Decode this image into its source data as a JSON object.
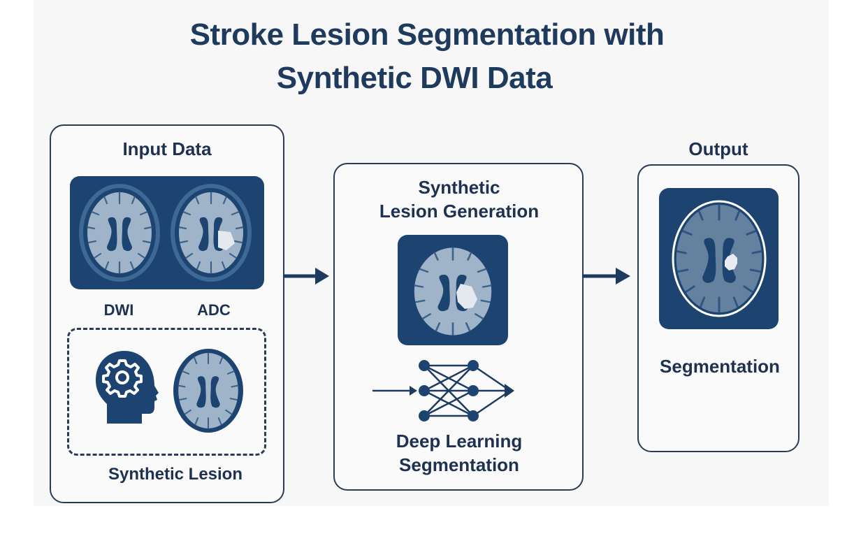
{
  "title": {
    "line1": "Stroke Lesion Segmentation with",
    "line2": "Synthetic DWI Data"
  },
  "input_box": {
    "heading": "Input Data",
    "scan_labels": [
      "DWI",
      "ADC"
    ],
    "synthetic_label": "Synthetic Lesion",
    "icons": [
      "head-gear-icon",
      "brain-scan-icon"
    ]
  },
  "middle_box": {
    "heading_line1": "Synthetic",
    "heading_line2": "Lesion Generation",
    "footer_line1": "Deep Learning",
    "footer_line2": "Segmentation",
    "icons": [
      "brain-lesion-scan-icon",
      "neural-network-icon"
    ]
  },
  "output_box": {
    "heading": "Output",
    "label": "Segmentation",
    "icons": [
      "segmented-brain-scan-icon"
    ]
  },
  "colors": {
    "navy": "#1d4470",
    "text": "#1e3150",
    "border": "#2b3b56",
    "tissue": "#9fb4c8",
    "lesion": "#e4e9ef"
  }
}
